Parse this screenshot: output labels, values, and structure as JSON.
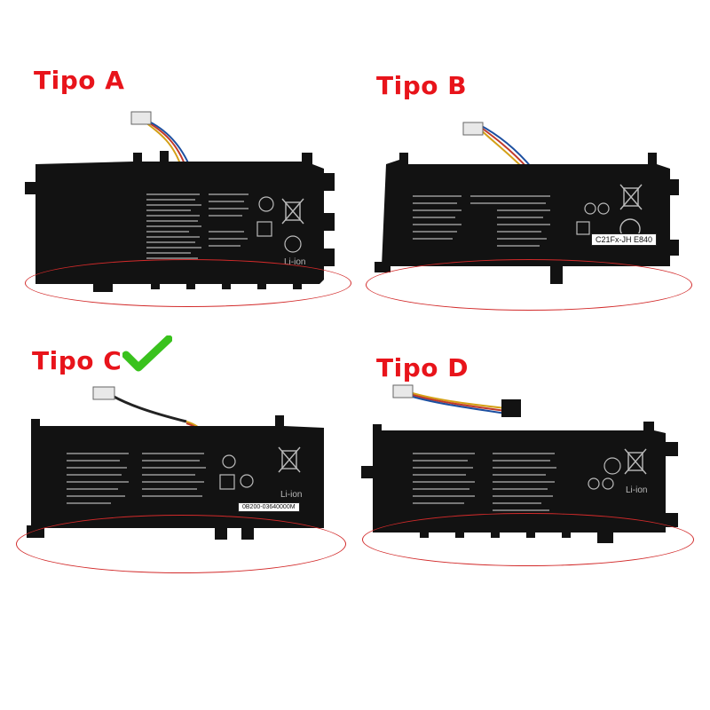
{
  "labels": {
    "a": "Tipo A",
    "b": "Tipo B",
    "c": "Tipo C",
    "d": "Tipo D"
  },
  "stickers": {
    "b_model": "C21Fx-JH  E840",
    "c_part": "0B200-03640000M"
  },
  "battery_logos": {
    "li_ion": "Li-ion"
  },
  "colors": {
    "label_red": "#e8141b",
    "check_green": "#39c21d",
    "ellipse_red": "#d22a2a",
    "battery_body": "#111111"
  },
  "icons": {
    "check": "checkmark-icon",
    "recycle": "recycle-icon",
    "bin": "crossed-bin-icon"
  }
}
